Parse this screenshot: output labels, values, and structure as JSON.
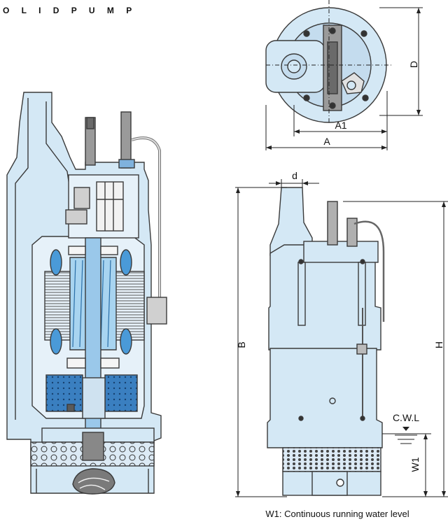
{
  "brand": {
    "text": "O L I D P U M P"
  },
  "dimensions": {
    "d": "d",
    "A": "A",
    "A1": "A1",
    "D": "D",
    "B": "B",
    "H": "H",
    "W1": "W1",
    "cwl": "C.W.L"
  },
  "caption": "W1: Continuous running water level",
  "colors": {
    "body": "#d4e8f5",
    "outline": "#3a3a3a",
    "water": "#3a7fc0",
    "rotor": "#a8d4f0",
    "coil": "#4a9ad8"
  }
}
